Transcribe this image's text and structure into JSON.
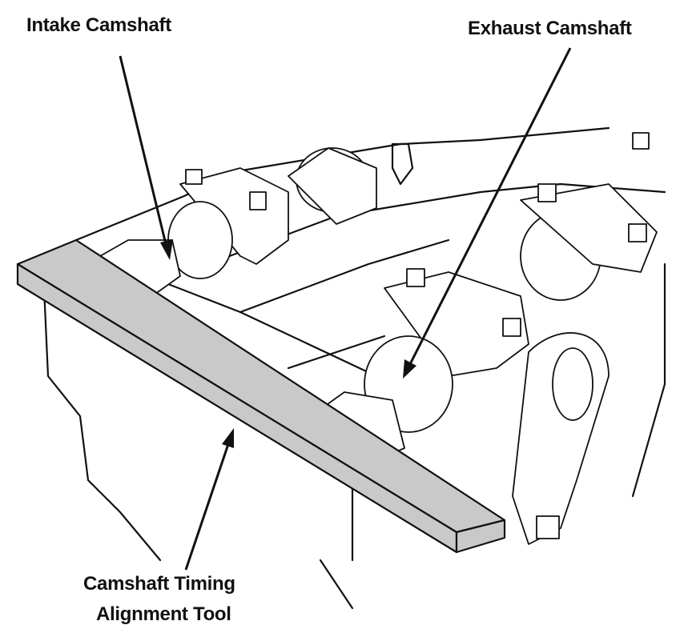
{
  "labels": {
    "intake": "Intake Camshaft",
    "exhaust": "Exhaust Camshaft",
    "tool_line1": "Camshaft Timing",
    "tool_line2": "Alignment Tool"
  },
  "colors": {
    "tool_fill": "#c9c9c9",
    "line": "#111111"
  }
}
